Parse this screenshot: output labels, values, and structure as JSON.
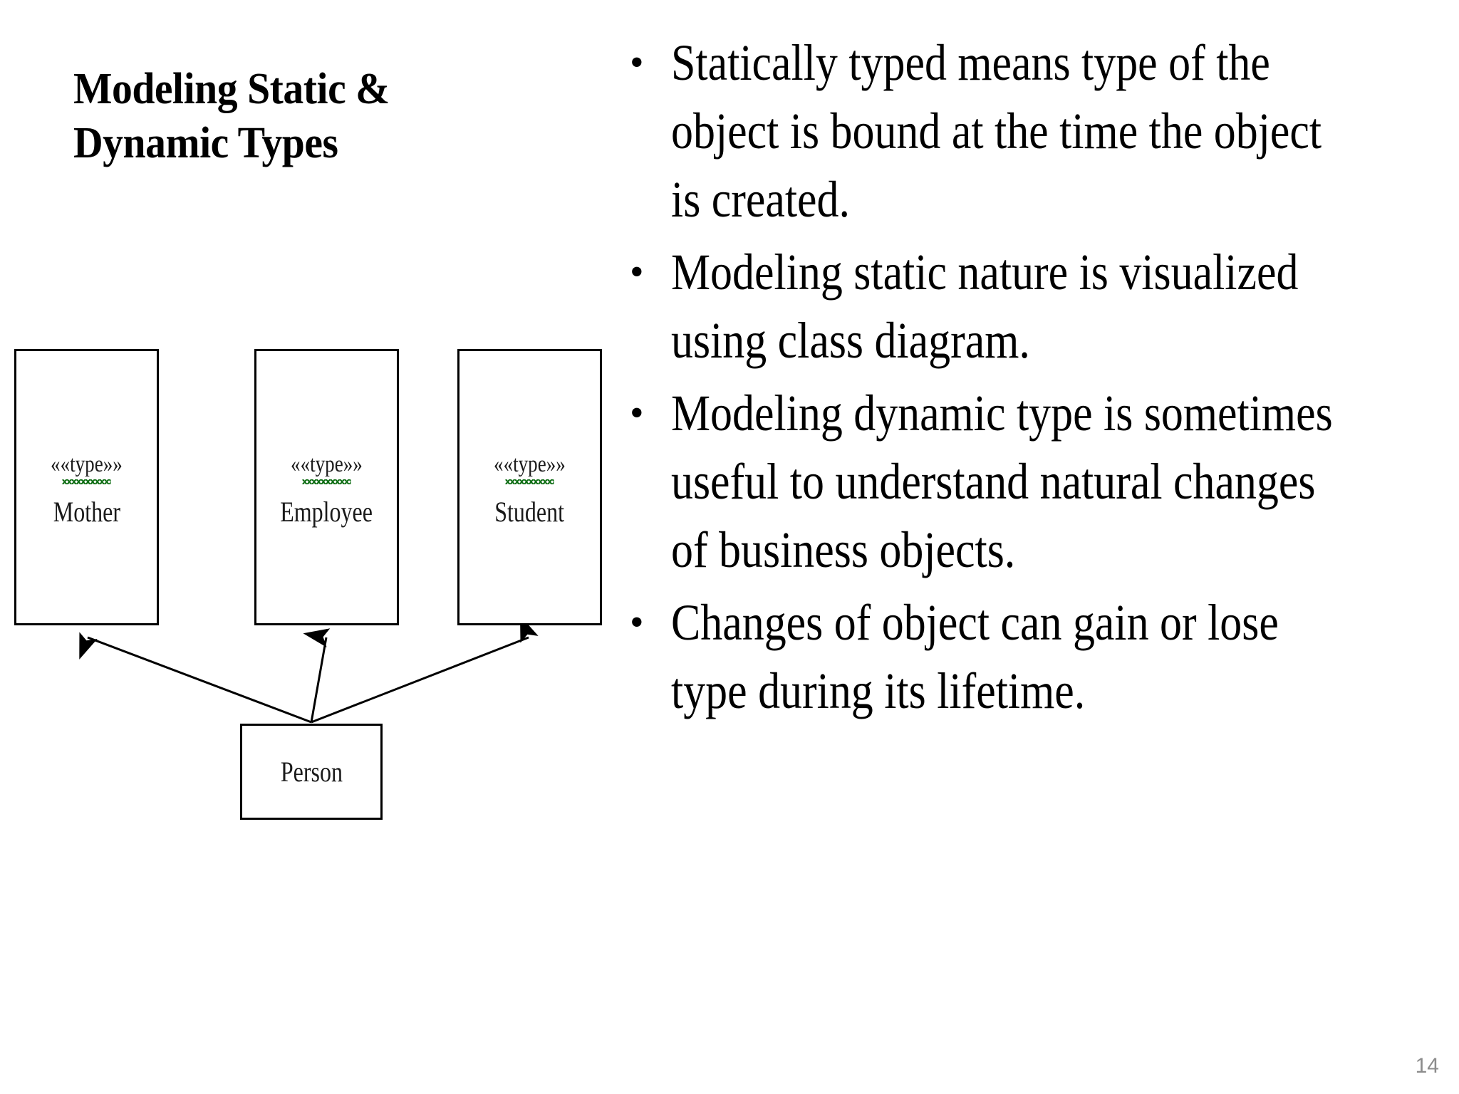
{
  "slide": {
    "title": "Modeling Static &\nDynamic Types",
    "page_number": "14",
    "background_color": "#ffffff",
    "text_color": "#000000",
    "page_number_color": "#8c8c8c"
  },
  "diagram": {
    "name": "static-dynamic-type-class-diagram",
    "line_color": "#000000",
    "box_fill": "#ffffff",
    "spellcheck_underline_color": "#0a6b10",
    "stereotype_label": "««type»»",
    "boxes": [
      {
        "id": "mother",
        "stereotype": "««type»»",
        "name": "Mother",
        "misspelled": true
      },
      {
        "id": "employee",
        "stereotype": "««type»»",
        "name": "Employee",
        "misspelled": true
      },
      {
        "id": "student",
        "stereotype": "««type»»",
        "name": "Student",
        "misspelled": true
      },
      {
        "id": "person",
        "stereotype": "",
        "name": "Person",
        "misspelled": false
      }
    ],
    "connections": [
      {
        "from": "person",
        "to": "mother",
        "arrow": "open-triangle-up"
      },
      {
        "from": "person",
        "to": "employee",
        "arrow": "open-triangle-up"
      },
      {
        "from": "person",
        "to": "student",
        "arrow": "open-triangle-up"
      }
    ]
  },
  "bullets": {
    "marker": "•",
    "items": [
      "Statically typed  means type of the object is bound at the time the object is created.",
      "Modeling static nature is visualized using class diagram.",
      "Modeling dynamic type is sometimes useful to understand natural changes of business objects.",
      "Changes of object can gain or lose type during its lifetime."
    ]
  }
}
